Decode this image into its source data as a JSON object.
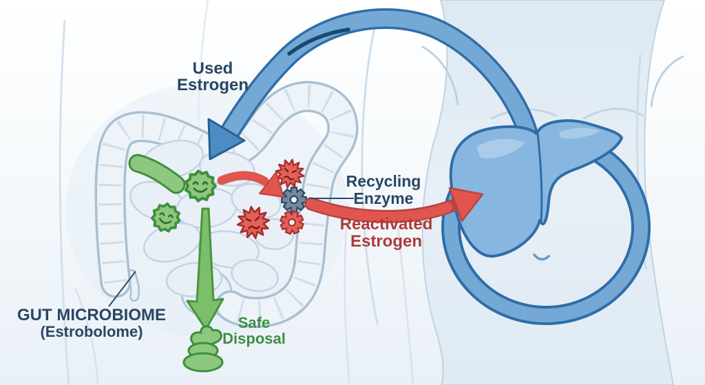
{
  "diagram": {
    "labels": {
      "used_estrogen": {
        "line1": "Used",
        "line2": "Estrogen"
      },
      "recycling_enzyme": {
        "line1": "Recycling",
        "line2": "Enzyme"
      },
      "reactivated_estrogen": {
        "line1": "Reactivated",
        "line2": "Estrogen"
      },
      "safe_disposal": {
        "line1": "Safe",
        "line2": "Disposal"
      },
      "gut_microbiome": {
        "line1": "GUT MICROBIOME",
        "line2": "(Estrobolome)"
      }
    },
    "icons": {
      "liver": "liver-icon",
      "large_intestine": "large-intestine-icon",
      "small_intestine": "small-intestine-icon",
      "friendly_microbes": "friendly-microbe-icon",
      "harmful_microbes": "harmful-microbe-icon",
      "enzyme_gears": "enzyme-gear-icon",
      "stool": "stool-icon",
      "recirculation_loop": "recirculation-loop-arrow",
      "used_estrogen_arrow": "used-estrogen-arrow",
      "reactivated_estrogen_arrow": "reactivated-estrogen-arrow",
      "safe_disposal_arrow": "safe-disposal-arrow"
    },
    "colors": {
      "label_navy": "#2a4663",
      "label_green": "#3e8e43",
      "label_red": "#ae3a3c",
      "arrow_blue_fill": "#74a9d6",
      "arrow_blue_edge": "#2f6da7",
      "arrow_red": "#e0564e",
      "arrow_green": "#7cbf6a",
      "microbe_green": "#8dc87e",
      "microbe_red": "#e2625a",
      "gear_gray": "#76889b",
      "gear_red": "#e2625a",
      "liver_blue": "#87b7e0",
      "intestine_outline": "#a9bfd3",
      "body_silhouette": "#dce8f2"
    }
  }
}
